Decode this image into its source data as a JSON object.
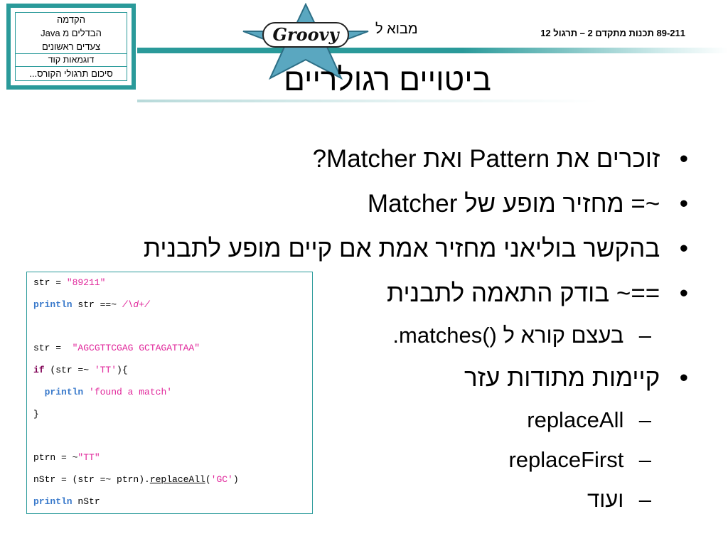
{
  "nav": {
    "items": [
      "הקדמה",
      "הבדלים מ Java",
      "צעדים ראשונים",
      "דוגמאות קוד",
      "סיכום תרגולי הקורס..."
    ]
  },
  "header": {
    "logo_text": "Groovy",
    "topic": "מבוא ל",
    "course": "89-211 תכנות מתקדם 2 – תרגול 12"
  },
  "title": "ביטויים רגולריים",
  "bullets": [
    {
      "level": 1,
      "text": "זוכרים את Pattern ואת Matcher?"
    },
    {
      "level": 1,
      "text": "~= מחזיר מופע של Matcher"
    },
    {
      "level": 1,
      "text": "בהקשר בוליאני מחזיר אמת אם קיים מופע לתבנית"
    },
    {
      "level": 1,
      "text": "==~ בודק התאמה לתבנית"
    },
    {
      "level": 2,
      "text": "בעצם קורא ל ()matches."
    },
    {
      "level": 1,
      "text": "קיימות מתודות עזר"
    },
    {
      "level": 2,
      "text": "replaceAll"
    },
    {
      "level": 2,
      "text": "replaceFirst"
    },
    {
      "level": 2,
      "text": "ועוד"
    }
  ],
  "bullet_symbol": "•",
  "dash_symbol": "–",
  "code": {
    "l1_a": "str = ",
    "l1_b": "\"89211\"",
    "l2_a": "println",
    "l2_b": " str ==~ ",
    "l2_c": "/\\d+/",
    "l4_a": "str =  ",
    "l4_b": "\"AGCGTTCGAG GCTAGATTAA\"",
    "l5_a": "if",
    "l5_b": " (str =~ ",
    "l5_c": "'TT'",
    "l5_d": "){",
    "l6_a": "  ",
    "l6_b": "println",
    "l6_c": " ",
    "l6_d": "'found a match'",
    "l7": "}",
    "l9_a": "ptrn = ~",
    "l9_b": "\"TT\"",
    "l10_a": "nStr = (str =~ ptrn).",
    "l10_b": "replaceAll",
    "l10_c": "(",
    "l10_d": "'GC'",
    "l10_e": ")",
    "l11_a": "println",
    "l11_b": " nStr"
  },
  "colors": {
    "accent": "#2a9a9a",
    "keyword": "#7f0055",
    "builtin": "#3a7acb",
    "string": "#e0259a"
  }
}
